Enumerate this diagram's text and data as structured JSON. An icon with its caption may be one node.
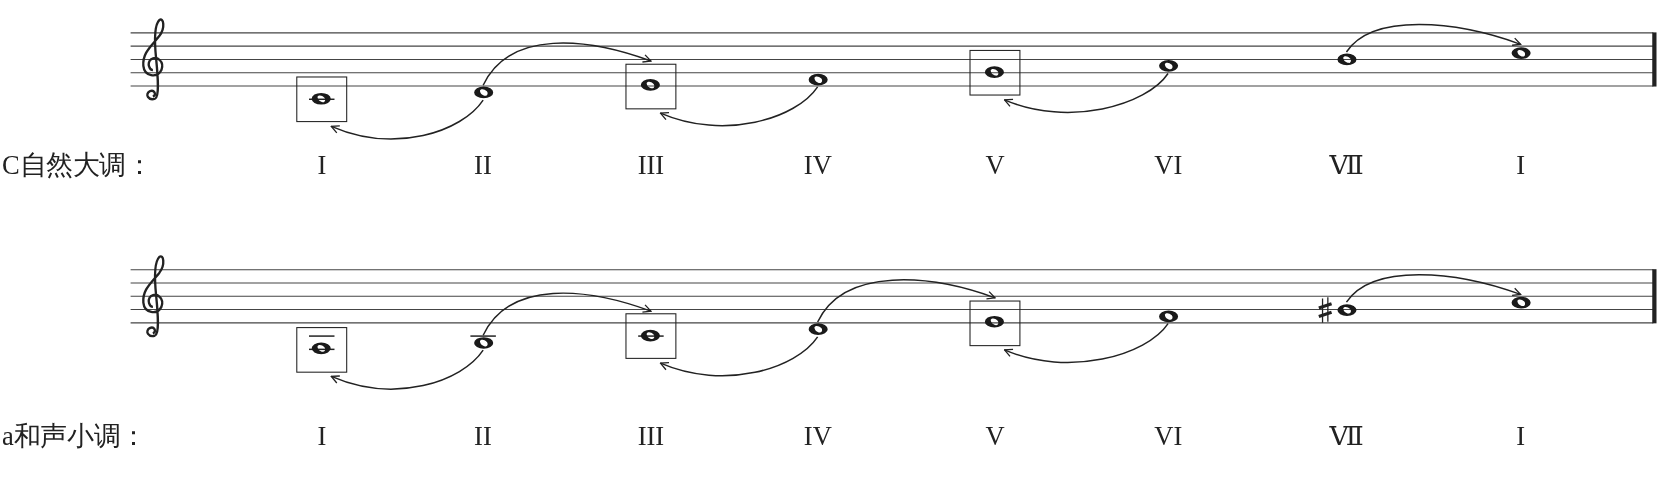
{
  "diagram": {
    "nodes": [
      {
        "text": [],
        "shape": "box"
      },
      {
        "text": [],
        "shape": "note",
        "in": 0
      },
      {
        "text": [],
        "shape": "note"
      },
      {
        "text": [],
        "shape": "box"
      },
      {
        "text": [],
        "shape": "note",
        "in": 3
      },
      {
        "text": [],
        "shape": "note"
      },
      {
        "text": [],
        "shape": "box"
      },
      {
        "text": [],
        "shape": "note",
        "in": 6
      },
      {
        "text": [],
        "shape": "note"
      },
      {
        "text": [],
        "shape": "note"
      },
      {
        "text": [],
        "shape": "note"
      },
      {
        "text": [],
        "shape": "box"
      },
      {
        "text": [],
        "shape": "note",
        "in": 11
      },
      {
        "text": [],
        "shape": "note"
      },
      {
        "text": [],
        "shape": "box"
      },
      {
        "text": [],
        "shape": "note",
        "in": 14
      },
      {
        "text": [],
        "shape": "note"
      },
      {
        "text": [],
        "shape": "box"
      },
      {
        "text": [],
        "shape": "note",
        "in": 17
      },
      {
        "text": [],
        "shape": "note"
      },
      {
        "text": [],
        "shape": "note"
      },
      {
        "text": [],
        "shape": "note"
      }
    ],
    "edges": [
      {
        "from": 2,
        "to": 0,
        "arrow": "to"
      },
      {
        "from": 2,
        "to": 3,
        "arrow": "to"
      },
      {
        "from": 5,
        "to": 3,
        "arrow": "to"
      },
      {
        "from": 8,
        "to": 6,
        "arrow": "to"
      },
      {
        "from": 9,
        "to": 10,
        "arrow": "to"
      },
      {
        "from": 13,
        "to": 11,
        "arrow": "to"
      },
      {
        "from": 13,
        "to": 14,
        "arrow": "to"
      },
      {
        "from": 16,
        "to": 14,
        "arrow": "to"
      },
      {
        "from": 16,
        "to": 17,
        "arrow": "to"
      },
      {
        "from": 19,
        "to": 17,
        "arrow": "to"
      },
      {
        "from": 20,
        "to": 21,
        "arrow": "to"
      }
    ],
    "labels": [
      "C自然大调：",
      "I",
      "II",
      "III",
      "IV",
      "V",
      "VI",
      "Ⅶ",
      "I",
      "a和声小调：",
      "I",
      "II",
      "III",
      "IV",
      "V",
      "VI",
      "Ⅶ",
      "I"
    ]
  }
}
